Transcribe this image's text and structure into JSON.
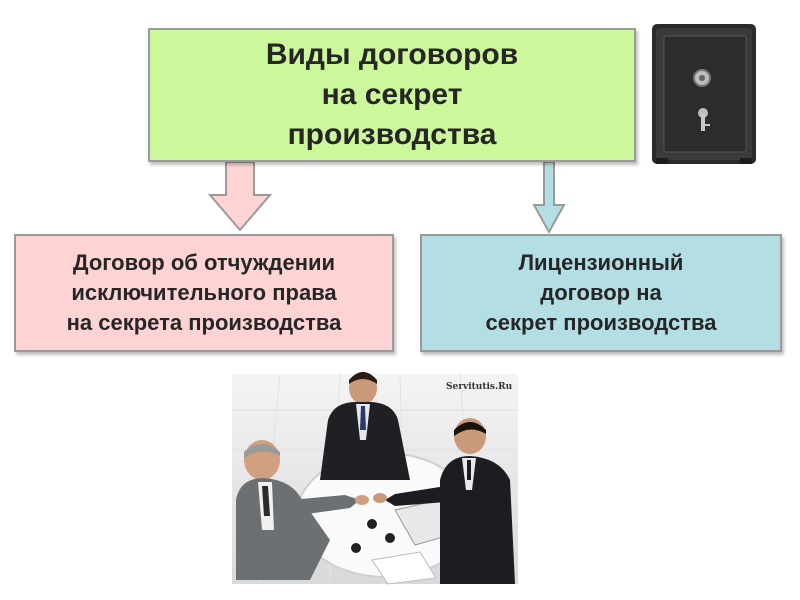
{
  "diagram": {
    "title": "Виды договоров\nна секрет\nпроизводства",
    "left_item": "Договор об отчуждении\nисключительного права\nна секрета производства",
    "right_item": "Лицензионный\nдоговор на\nсекрет производства"
  },
  "photo": {
    "watermark": "Servitutis.Ru"
  },
  "icons": {
    "safe": "safe-icon",
    "meeting": "business-meeting-illustration"
  },
  "colors": {
    "title_fill": "#ccf89b",
    "left_fill": "#fdd3d3",
    "right_fill": "#b3dfe4"
  }
}
